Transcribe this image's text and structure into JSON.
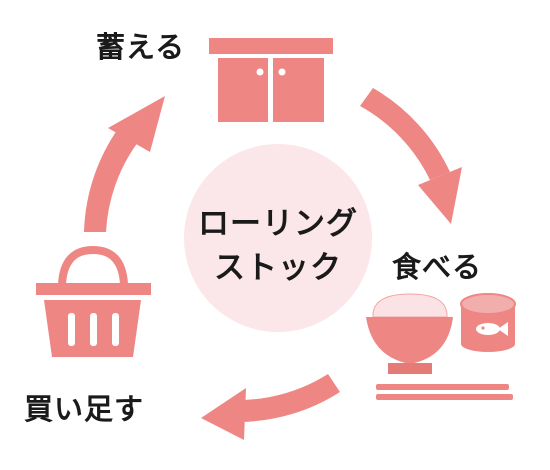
{
  "diagram": {
    "center": {
      "line1": "ローリング",
      "line2": "ストック"
    },
    "steps": [
      {
        "label": "蓄える",
        "icon": "cupboard-icon"
      },
      {
        "label": "食べる",
        "icon": "rice-bowl-and-canned-fish-icon"
      },
      {
        "label": "買い足す",
        "icon": "shopping-basket-icon"
      }
    ]
  },
  "colors": {
    "accent": "#ee8784",
    "accent_dark": "#e67a76",
    "center_fill": "#fbe6e9",
    "text": "#1a1a1a"
  }
}
